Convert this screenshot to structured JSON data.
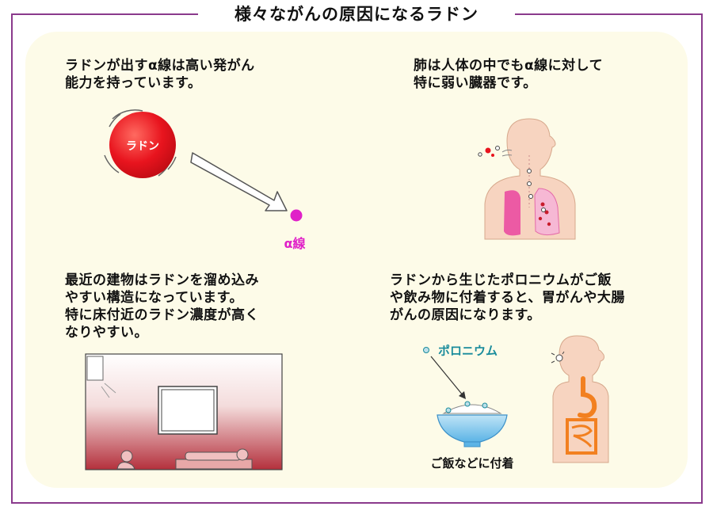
{
  "title": "様々ながんの原因になるラドン",
  "sections": {
    "top_left": {
      "text": "ラドンが出すα線は高い発がん\n能力を持っています。",
      "ball_label": "ラドン",
      "alpha_label": "α線"
    },
    "top_right": {
      "text": "肺は人体の中でもα線に対して\n特に弱い臓器です。"
    },
    "bottom_left": {
      "text": "最近の建物はラドンを溜め込み\nやすい構造になっています。\n特に床付近のラドン濃度が高く\nなりやすい。"
    },
    "bottom_right": {
      "text": "ラドンから生じたポロニウムがご飯\nや飲み物に付着すると、胃がんや大腸\nがんの原因になります。",
      "polonium_label": "ポロニウム",
      "caption": "ご飯などに付着"
    }
  },
  "colors": {
    "frame": "#8a3a8c",
    "panel": "#fdfbe8",
    "radon_ball": "#e8141e",
    "alpha_particle": "#e020c8",
    "polonium_label": "#1a8c9c",
    "lung": "#ec5aa4",
    "intestine": "#f28020",
    "room_gradient_bottom": "#b4303c"
  },
  "icons": [
    "radon-ball",
    "alpha-arrow",
    "human-torso-lungs",
    "room-interior",
    "rice-bowl",
    "human-torso-digestive"
  ]
}
